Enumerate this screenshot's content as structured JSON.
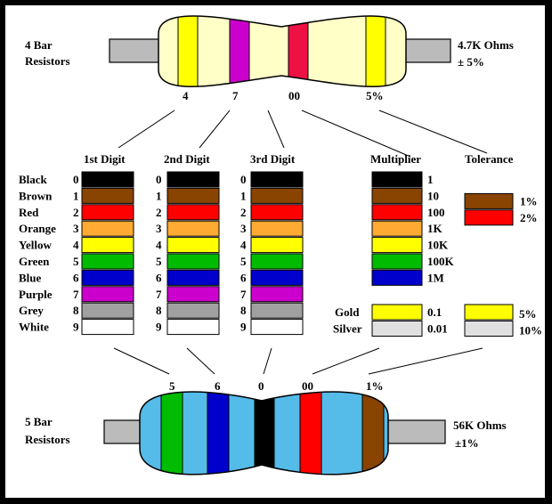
{
  "four_bar": {
    "title_line1": "4 Bar",
    "title_line2": "Resistors",
    "value_line1": "4.7K Ohms",
    "value_line2": "± 5%",
    "band_labels": [
      "4",
      "7",
      "00",
      "5%"
    ],
    "bands": [
      {
        "name": "yellow",
        "color": "#FFFF00"
      },
      {
        "name": "purple",
        "color": "#CC00CC"
      },
      {
        "name": "red",
        "color": "#EE1144"
      },
      {
        "name": "gold",
        "color": "#FFFF00"
      }
    ],
    "body_color": "#FFFFC8"
  },
  "five_bar": {
    "title_line1": "5 Bar",
    "title_line2": "Resistors",
    "value_line1": "56K Ohms",
    "value_line2": "±1%",
    "band_labels": [
      "5",
      "6",
      "0",
      "00",
      "1%"
    ],
    "bands": [
      {
        "name": "green",
        "color": "#00BB00"
      },
      {
        "name": "blue",
        "color": "#0000CC"
      },
      {
        "name": "black",
        "color": "#000000"
      },
      {
        "name": "red",
        "color": "#FF0000"
      },
      {
        "name": "brown",
        "color": "#884400"
      }
    ],
    "body_color": "#55BBE8"
  },
  "columns": {
    "digit1": "1st Digit",
    "digit2": "2nd Digit",
    "digit3": "3rd Digit",
    "multiplier": "Multiplier",
    "tolerance": "Tolerance"
  },
  "colors": [
    {
      "name": "Black",
      "digit": "0",
      "hex": "#000000",
      "multiplier": "1"
    },
    {
      "name": "Brown",
      "digit": "1",
      "hex": "#884400",
      "multiplier": "10",
      "tolerance": "1%"
    },
    {
      "name": "Red",
      "digit": "2",
      "hex": "#FF0000",
      "multiplier": "100",
      "tolerance": "2%"
    },
    {
      "name": "Orange",
      "digit": "3",
      "hex": "#FFAA33",
      "multiplier": "1K"
    },
    {
      "name": "Yellow",
      "digit": "4",
      "hex": "#FFFF00",
      "multiplier": "10K"
    },
    {
      "name": "Green",
      "digit": "5",
      "hex": "#00BB00",
      "multiplier": "100K"
    },
    {
      "name": "Blue",
      "digit": "6",
      "hex": "#0000CC",
      "multiplier": "1M"
    },
    {
      "name": "Purple",
      "digit": "7",
      "hex": "#CC00CC"
    },
    {
      "name": "Grey",
      "digit": "8",
      "hex": "#A0A0A0"
    },
    {
      "name": "White",
      "digit": "9",
      "hex": "#FFFFFF"
    }
  ],
  "special": [
    {
      "name": "Gold",
      "hex": "#FFFF00",
      "multiplier": "0.1",
      "tolerance": "5%"
    },
    {
      "name": "Silver",
      "hex": "#E0E0E0",
      "multiplier": "0.01",
      "tolerance": "10%"
    }
  ]
}
